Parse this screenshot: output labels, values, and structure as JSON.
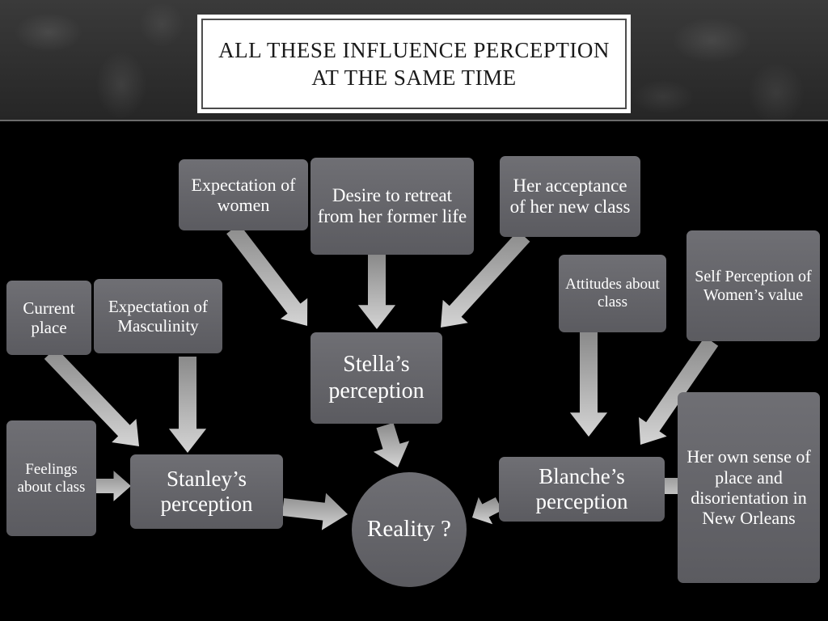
{
  "slide": {
    "title": "All these influence perception at the same time"
  },
  "nodes": {
    "expectation_women": "Expectation of women",
    "desire_retreat": "Desire to retreat from her former life",
    "her_acceptance": "Her acceptance of her new class",
    "current_place": "Current place",
    "expectation_masculinity": "Expectation of Masculinity",
    "stellas_perception": "Stella’s perception",
    "attitudes_class": "Attitudes about class",
    "self_perception": "Self Perception of Women’s value",
    "feelings_class": "Feelings about class",
    "stanleys_perception": "Stanley’s perception",
    "reality": "Reality ?",
    "blanches_perception": "Blanche’s perception",
    "own_sense_place": "Her own sense of place and disorientation in New Orleans"
  },
  "colors": {
    "node_fill": "#636368",
    "arrow_fill": "#c0c0c0",
    "background": "#000000",
    "title_box": "#ffffff"
  }
}
